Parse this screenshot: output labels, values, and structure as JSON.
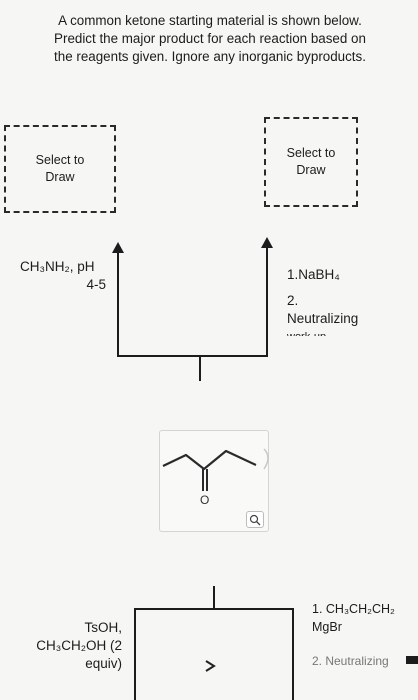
{
  "prompt": {
    "line1": "A common ketone starting material is shown below.",
    "line2": "Predict the major product for each reaction based on",
    "line3": "the reagents given. Ignore any inorganic byproducts."
  },
  "dropzones": {
    "left": {
      "line1": "Select to",
      "line2": "Draw"
    },
    "right": {
      "line1": "Select to",
      "line2": "Draw"
    }
  },
  "reactions": {
    "left": {
      "line1": "CH₃NH₂, pH",
      "line2": "4-5"
    },
    "right": {
      "line1": "1.NaBH₄",
      "line2": "2.",
      "line3": "Neutralizing",
      "line4": "work-up"
    },
    "bottom_left": {
      "line1": "TsOH,",
      "line2": "CH₃CH₂OH (2",
      "line3": "equiv)"
    },
    "bottom_right": {
      "line1": "1. CH₃CH₂CH₂",
      "line2": "MgBr",
      "line3": "2. Neutralizing"
    }
  },
  "molecule": {
    "atom_label": "O"
  },
  "icons": {
    "zoom": "zoom-icon",
    "chevron": "chevron-down-icon"
  }
}
